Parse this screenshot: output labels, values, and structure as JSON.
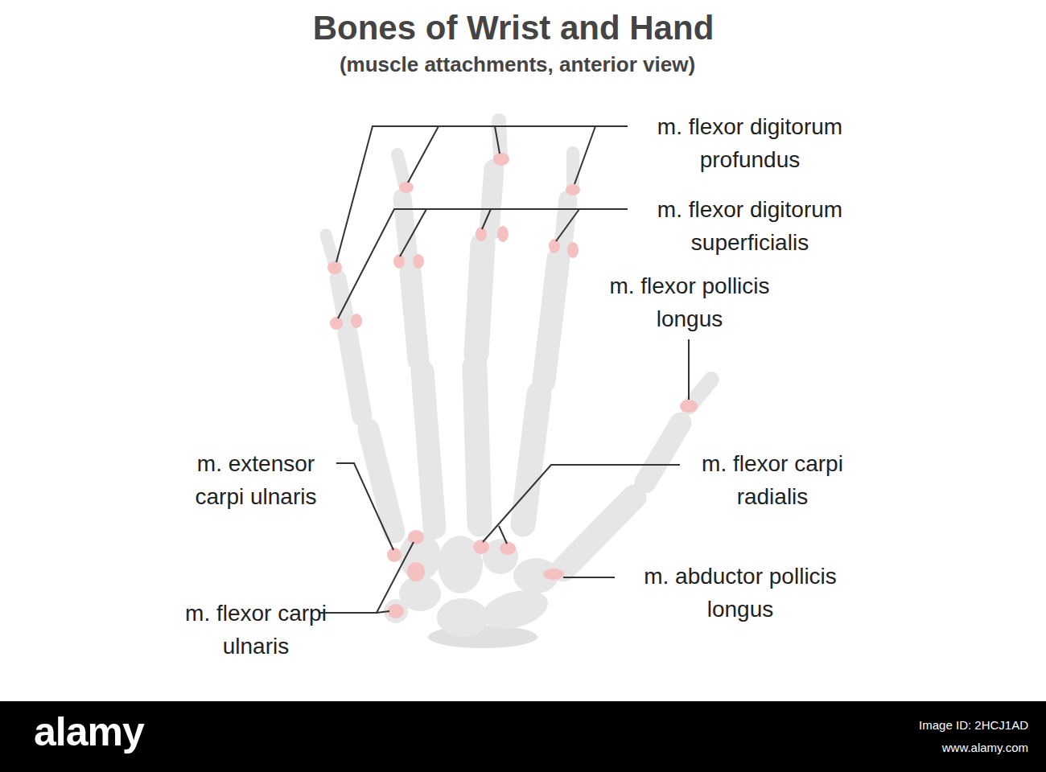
{
  "diagram": {
    "title": "Bones of Wrist and Hand",
    "labels": [
      "(muscle attachments, anterior view)",
      "m. flexor digitorum profundus",
      "m. flexor digitorum superficialis",
      "m. flexor pollicis longus",
      "m. extensor carpi ulnaris",
      "m. flexor carpi radialis",
      "m. abductor pollicis longus",
      "m. flexor carpi ulnaris",
      "alamy",
      "Image ID: 2HCJ1AD",
      "www.alamy.com"
    ]
  }
}
